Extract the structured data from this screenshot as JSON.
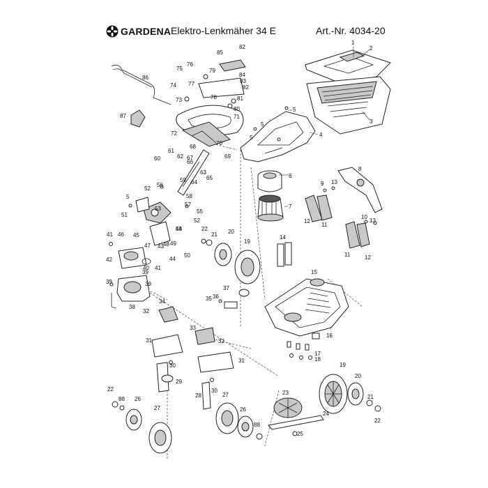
{
  "header": {
    "brand": "GARDENA",
    "product": "Elektro-Lenkmäher 34 E",
    "article": "Art.-Nr. 4034-20"
  },
  "icons": {
    "brand_mark": "gardena-flower-logo-icon"
  },
  "colors": {
    "ink": "#222222",
    "paper": "#ffffff",
    "shade": "#c9c9c9",
    "dark": "#555555"
  },
  "part_labels": [
    "1",
    "2",
    "3",
    "4",
    "5",
    "5",
    "5",
    "5",
    "6",
    "7",
    "8",
    "9",
    "10",
    "11",
    "11",
    "12",
    "12",
    "13",
    "13",
    "14",
    "15",
    "16",
    "17",
    "18",
    "19",
    "19",
    "20",
    "20",
    "21",
    "21",
    "22",
    "22",
    "22",
    "23",
    "24",
    "25",
    "26",
    "26",
    "27",
    "27",
    "28",
    "29",
    "30",
    "30",
    "31",
    "31",
    "32",
    "32",
    "33",
    "34",
    "35",
    "36",
    "37",
    "38",
    "39",
    "39",
    "39",
    "40",
    "41",
    "41",
    "42",
    "43",
    "44",
    "45",
    "46",
    "47",
    "48",
    "48",
    "49",
    "50",
    "51",
    "52",
    "52",
    "53",
    "54",
    "55",
    "56",
    "57",
    "58",
    "59",
    "60",
    "61",
    "62",
    "63",
    "64",
    "65",
    "66",
    "67",
    "68",
    "69",
    "70",
    "71",
    "72",
    "73",
    "74",
    "75",
    "76",
    "77",
    "78",
    "79",
    "80",
    "81",
    "82",
    "82",
    "83",
    "84",
    "85",
    "86",
    "87",
    "88",
    "88"
  ]
}
